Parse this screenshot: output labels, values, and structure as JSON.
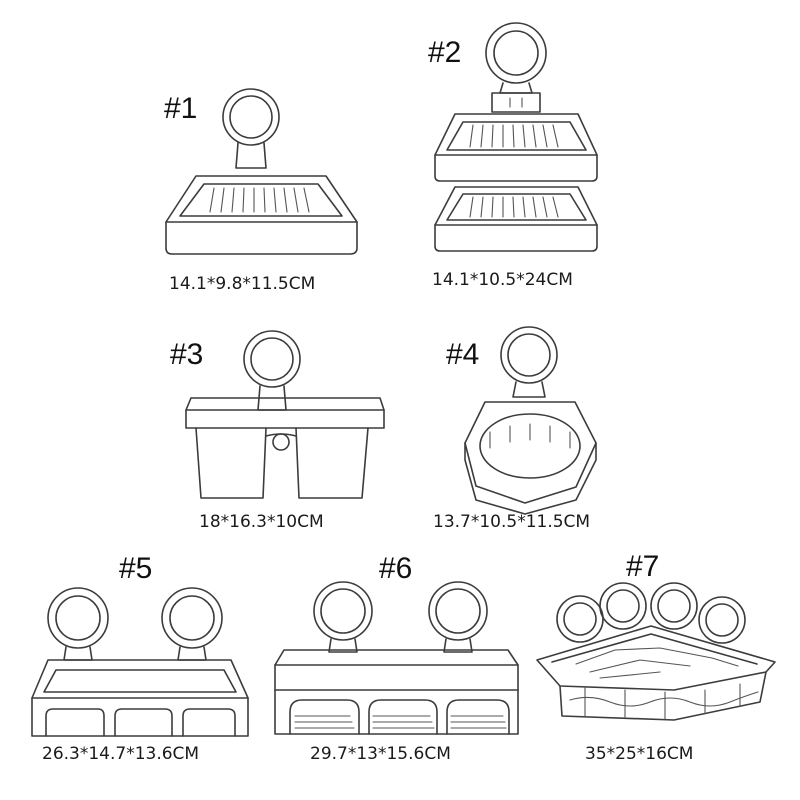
{
  "products": [
    {
      "label": "#1",
      "dimensions": "14.1*9.8*11.5CM",
      "icon": "soap-dish-single-icon"
    },
    {
      "label": "#2",
      "dimensions": "14.1*10.5*24CM",
      "icon": "soap-dish-double-icon"
    },
    {
      "label": "#3",
      "dimensions": "18*16.3*10CM",
      "icon": "toothbrush-cup-holder-icon"
    },
    {
      "label": "#4",
      "dimensions": "13.7*10.5*11.5CM",
      "icon": "round-holder-icon"
    },
    {
      "label": "#5",
      "dimensions": "26.3*14.7*13.6CM",
      "icon": "rectangular-shelf-icon"
    },
    {
      "label": "#6",
      "dimensions": "29.7*13*15.6CM",
      "icon": "drainer-shelf-icon"
    },
    {
      "label": "#7",
      "dimensions": "35*25*16CM",
      "icon": "corner-basket-icon"
    }
  ]
}
